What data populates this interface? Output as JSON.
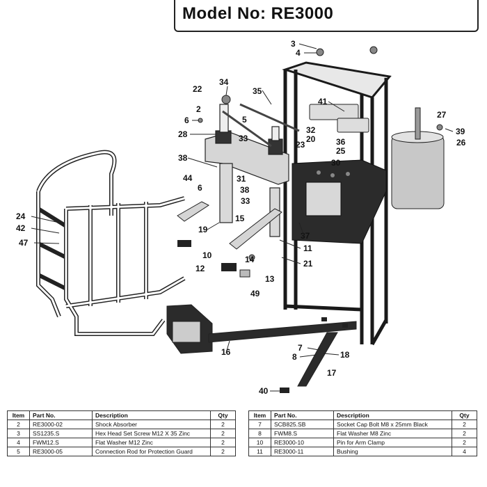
{
  "title": "Model No: RE3000",
  "callouts": [
    "3",
    "4",
    "34",
    "22",
    "35",
    "41",
    "2",
    "6",
    "5",
    "28",
    "27",
    "39",
    "32",
    "20",
    "36",
    "23",
    "25",
    "26",
    "33",
    "38",
    "30",
    "44",
    "31",
    "6",
    "38",
    "33",
    "24",
    "42",
    "15",
    "19",
    "37",
    "47",
    "11",
    "10",
    "14",
    "12",
    "13",
    "21",
    "49",
    "16",
    "7",
    "8",
    "18",
    "17",
    "40"
  ],
  "columns": [
    "Item",
    "Part No.",
    "Description",
    "Qty"
  ],
  "table_left": [
    {
      "item": "2",
      "part": "RE3000-02",
      "desc": "Shock Absorber",
      "qty": "2"
    },
    {
      "item": "3",
      "part": "SS1235.S",
      "desc": "Hex Head Set Screw M12 X 35 Zinc",
      "qty": "2"
    },
    {
      "item": "4",
      "part": "FWM12.S",
      "desc": "Flat Washer M12 Zinc",
      "qty": "2"
    },
    {
      "item": "5",
      "part": "RE3000-05",
      "desc": "Connection Rod for Protection Guard",
      "qty": "2"
    }
  ],
  "table_right": [
    {
      "item": "7",
      "part": "SCB825.SB",
      "desc": "Socket Cap Bolt M8 x 25mm Black",
      "qty": "2"
    },
    {
      "item": "8",
      "part": "FWM8.S",
      "desc": "Flat Washer M8 Zinc",
      "qty": "2"
    },
    {
      "item": "10",
      "part": "RE3000-10",
      "desc": "Pin for Arm Clamp",
      "qty": "2"
    },
    {
      "item": "11",
      "part": "RE3000-11",
      "desc": "Bushing",
      "qty": "4"
    }
  ]
}
